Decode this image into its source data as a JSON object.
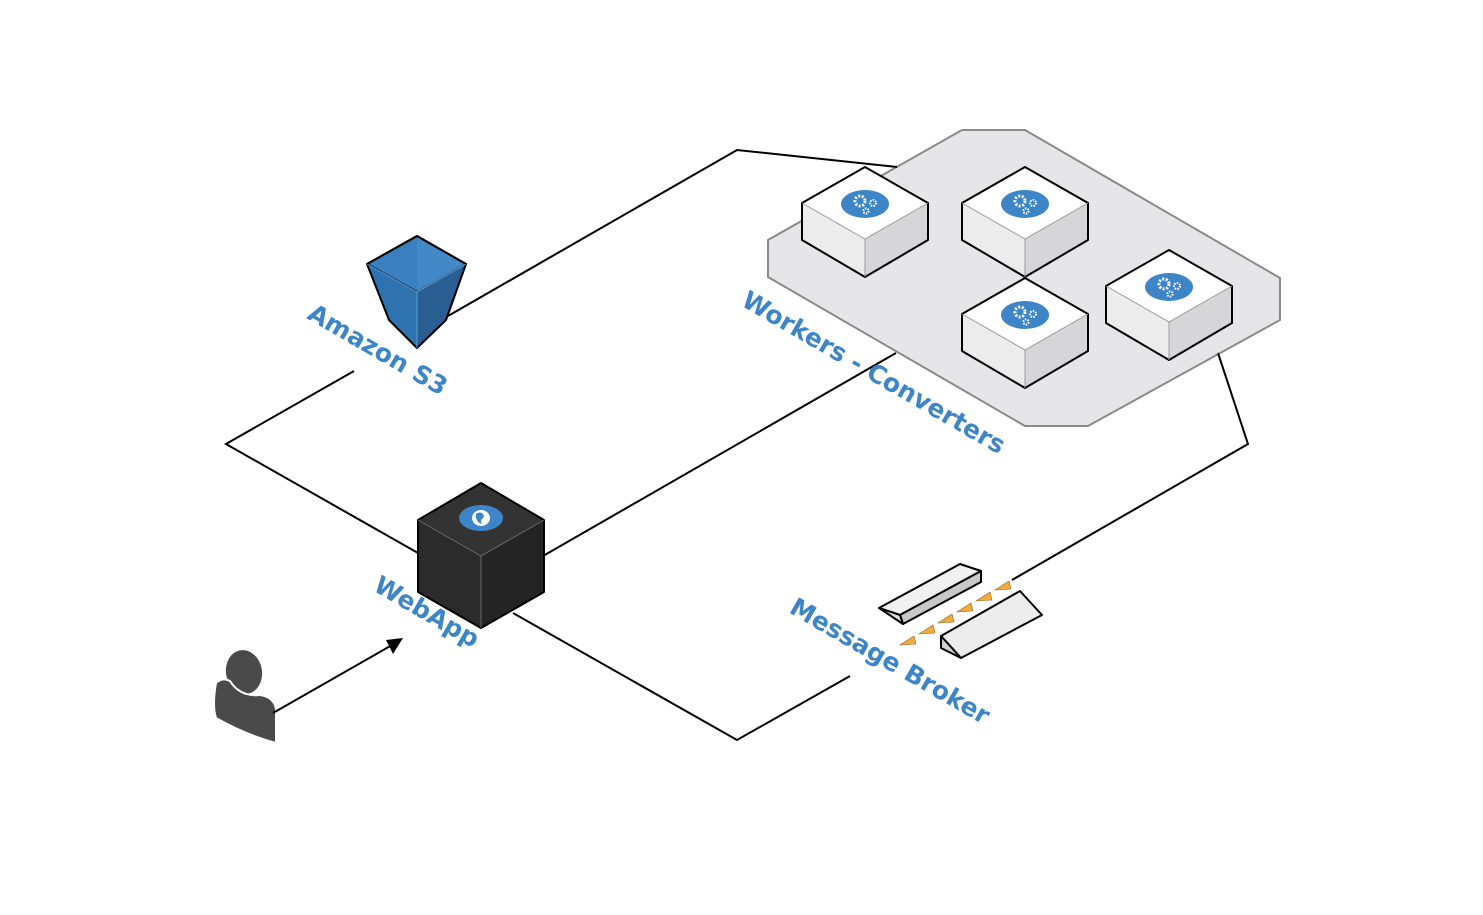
{
  "diagram": {
    "title": "",
    "nodes": [
      {
        "id": "s3",
        "label": "Amazon S3",
        "icon": "s3-bucket-icon"
      },
      {
        "id": "workers",
        "label": "Workers - Converters",
        "icon": "worker-gear-icon",
        "instances": 4
      },
      {
        "id": "webapp",
        "label": "WebApp",
        "icon": "webapp-globe-icon"
      },
      {
        "id": "broker",
        "label": "Message Broker",
        "icon": "message-queue-icon"
      },
      {
        "id": "user",
        "label": "",
        "icon": "user-icon"
      }
    ],
    "edges": [
      {
        "from": "s3",
        "to": "workers"
      },
      {
        "from": "webapp",
        "to": "s3"
      },
      {
        "from": "webapp",
        "to": "workers"
      },
      {
        "from": "webapp",
        "to": "broker"
      },
      {
        "from": "workers",
        "to": "broker"
      },
      {
        "from": "user",
        "to": "webapp",
        "arrow": true
      }
    ],
    "colors": {
      "label": "#3d85c6",
      "icon_blue": "#3d85c6",
      "s3_front": "#2e73b0",
      "s3_side": "#2a5f93",
      "webapp_top": "#333333",
      "webapp_left": "#2b2b2b",
      "webapp_right": "#252525",
      "platform": "#e6e6e8",
      "queue_marker": "#f4a93a",
      "user": "#4a4a4a"
    }
  }
}
